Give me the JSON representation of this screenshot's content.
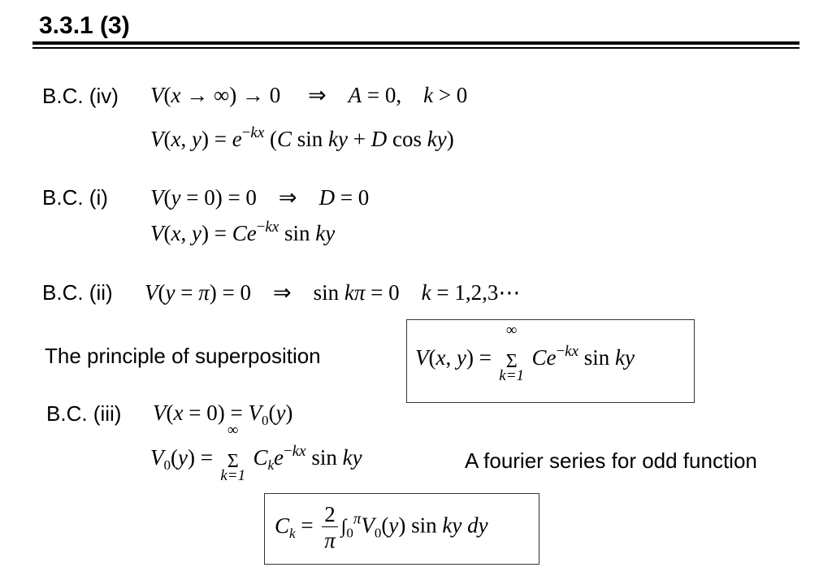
{
  "title": "3.3.1 (3)",
  "bc_iv": {
    "label": "B.C.  (iv)",
    "eq1": "V(x → ∞) → 0   ⇒   A = 0,   k > 0",
    "eq2": "V(x, y) = e^(−kx) (C sin ky + D cos ky)"
  },
  "bc_i": {
    "label": "B.C.  (i)",
    "eq1": "V(y = 0) = 0   ⇒   D = 0",
    "eq2": "V(x, y) = Ce^(−kx) sin ky"
  },
  "bc_ii": {
    "label": "B.C.  (ii)",
    "eq1": "V(y = π) = 0   ⇒   sin kπ = 0   k = 1,2,3⋯"
  },
  "superposition": {
    "text": "The principle of superposition",
    "eq": "V(x, y) = Σ_{k=1}^{∞} Ce^(−kx) sin ky"
  },
  "bc_iii": {
    "label": "B.C.  (iii)",
    "eq1": "V(x = 0) = V₀(y)",
    "eq2": "V₀(y) = Σ_{k=1}^{∞} C_k e^(−kx) sin ky",
    "note": "A fourier series for odd function",
    "coef": "C_k = (2/π) ∫₀^π V₀(y) sin ky dy"
  }
}
